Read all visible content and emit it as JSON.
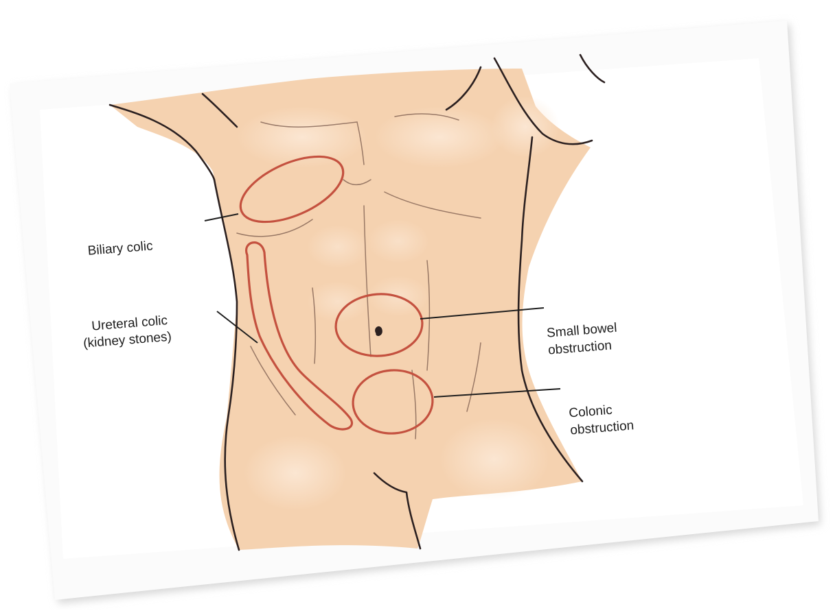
{
  "colors": {
    "skin": "#f5d2b0",
    "skin_highlight": "#fbe3ca",
    "outline": "#2b2020",
    "region_ring": "#c4513f",
    "leader_line": "#1d1d1d",
    "label_text": "#1d1d1d"
  },
  "labels": {
    "biliary_colic": "Biliary colic",
    "ureteral_colic_line1": "Ureteral colic",
    "ureteral_colic_line2": "(kidney stones)",
    "small_bowel_line1": "Small bowel",
    "small_bowel_line2": "obstruction",
    "colonic_line1": "Colonic",
    "colonic_line2": "obstruction"
  }
}
